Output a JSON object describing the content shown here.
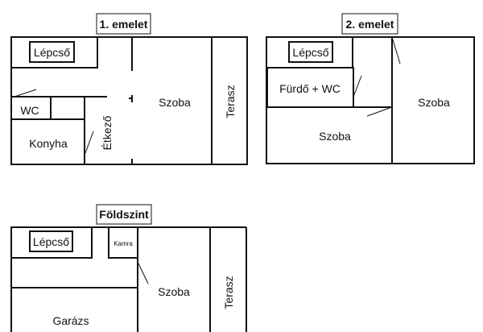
{
  "floors": {
    "first": {
      "title": "1. emelet",
      "rooms": {
        "stairs": "Lépcső",
        "wc": "WC",
        "kitchen": "Konyha",
        "dining": "Étkező",
        "room": "Szoba",
        "terrace": "Terasz"
      }
    },
    "second": {
      "title": "2. emelet",
      "rooms": {
        "stairs": "Lépcső",
        "bath": "Fürdő + WC",
        "room_left": "Szoba",
        "room_right": "Szoba"
      }
    },
    "ground": {
      "title": "Földszint",
      "rooms": {
        "stairs": "Lépcső",
        "pantry": "Kamra",
        "garage": "Garázs",
        "room": "Szoba",
        "terrace": "Terasz"
      }
    }
  }
}
